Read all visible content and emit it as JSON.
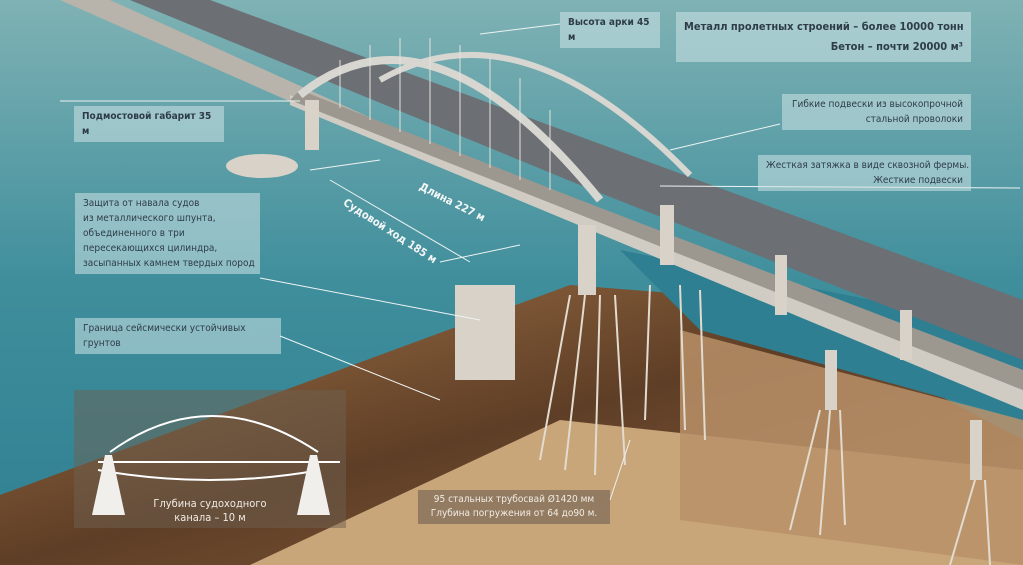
{
  "labels": {
    "arch_height": "Высота арки 45 м",
    "metal": "Металл пролетных строений – более 10000 тонн",
    "concrete": "Бетон – почти 20000 м³",
    "flexible_hangers": [
      "Гибкие подвески из высокопрочной",
      "стальной проволоки"
    ],
    "rigid_tie": [
      "Жесткая затяжка в виде сквозной фермы.",
      "Жесткие подвески"
    ],
    "clearance": "Подмостовой габарит 35 м",
    "protection": [
      "Защита от навала судов",
      "из металлического шпунта,",
      "объединенного в три",
      "пересекающихся цилиндра,",
      "засыпанных камнем твердых пород"
    ],
    "seismic": "Граница сейсмически устойчивых грунтов",
    "length": "Длина 227 м",
    "fairway": "Судовой ход 185 м",
    "channel_depth": [
      "Глубина судоходного",
      "канала – 10 м"
    ],
    "piles": [
      "95 стальных трубосвай  Ø1420 мм",
      "Глубина погружения от 64 до90 м."
    ]
  },
  "colors": {
    "water": "#3f8e9c",
    "soil": "#7a5535",
    "sand": "#c9a57a",
    "concrete": "#d8d2c8",
    "label_bg": "#cde4e6"
  }
}
